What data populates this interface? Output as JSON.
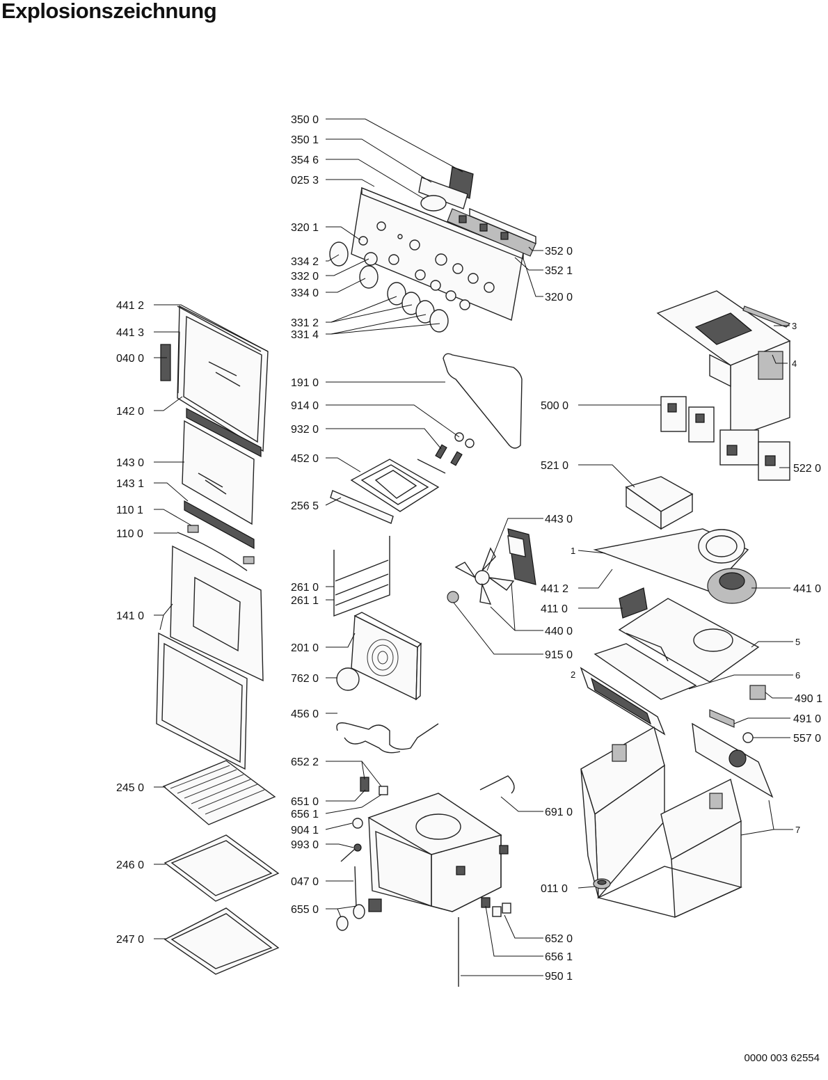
{
  "title": "Explosionszeichnung",
  "doc_number": "0000 003 62554",
  "labels": [
    "350 0",
    "350 1",
    "354 6",
    "025 3",
    "320 1",
    "334 2",
    "332 0",
    "334 0",
    "331 2",
    "331 4",
    "352 0",
    "352 1",
    "320 0",
    "441 2",
    "441 3",
    "040 0",
    "142 0",
    "143 0",
    "143 1",
    "110 1",
    "110 0",
    "141 0",
    "245 0",
    "246 0",
    "247 0",
    "191 0",
    "914 0",
    "932 0",
    "452 0",
    "256 5",
    "261 0",
    "261 1",
    "201 0",
    "762 0",
    "456 0",
    "652 2",
    "651 0",
    "656 1",
    "904 1",
    "993 0",
    "047 0",
    "655 0",
    "691 0",
    "652 0",
    "656 1",
    "950 1",
    "3",
    "4",
    "500 0",
    "522 0",
    "521 0",
    "443 0",
    "1",
    "441 2",
    "441 0",
    "411 0",
    "440 0",
    "915 0",
    "5",
    "2",
    "6",
    "490 1",
    "491 0",
    "557 0",
    "7",
    "011 0"
  ]
}
